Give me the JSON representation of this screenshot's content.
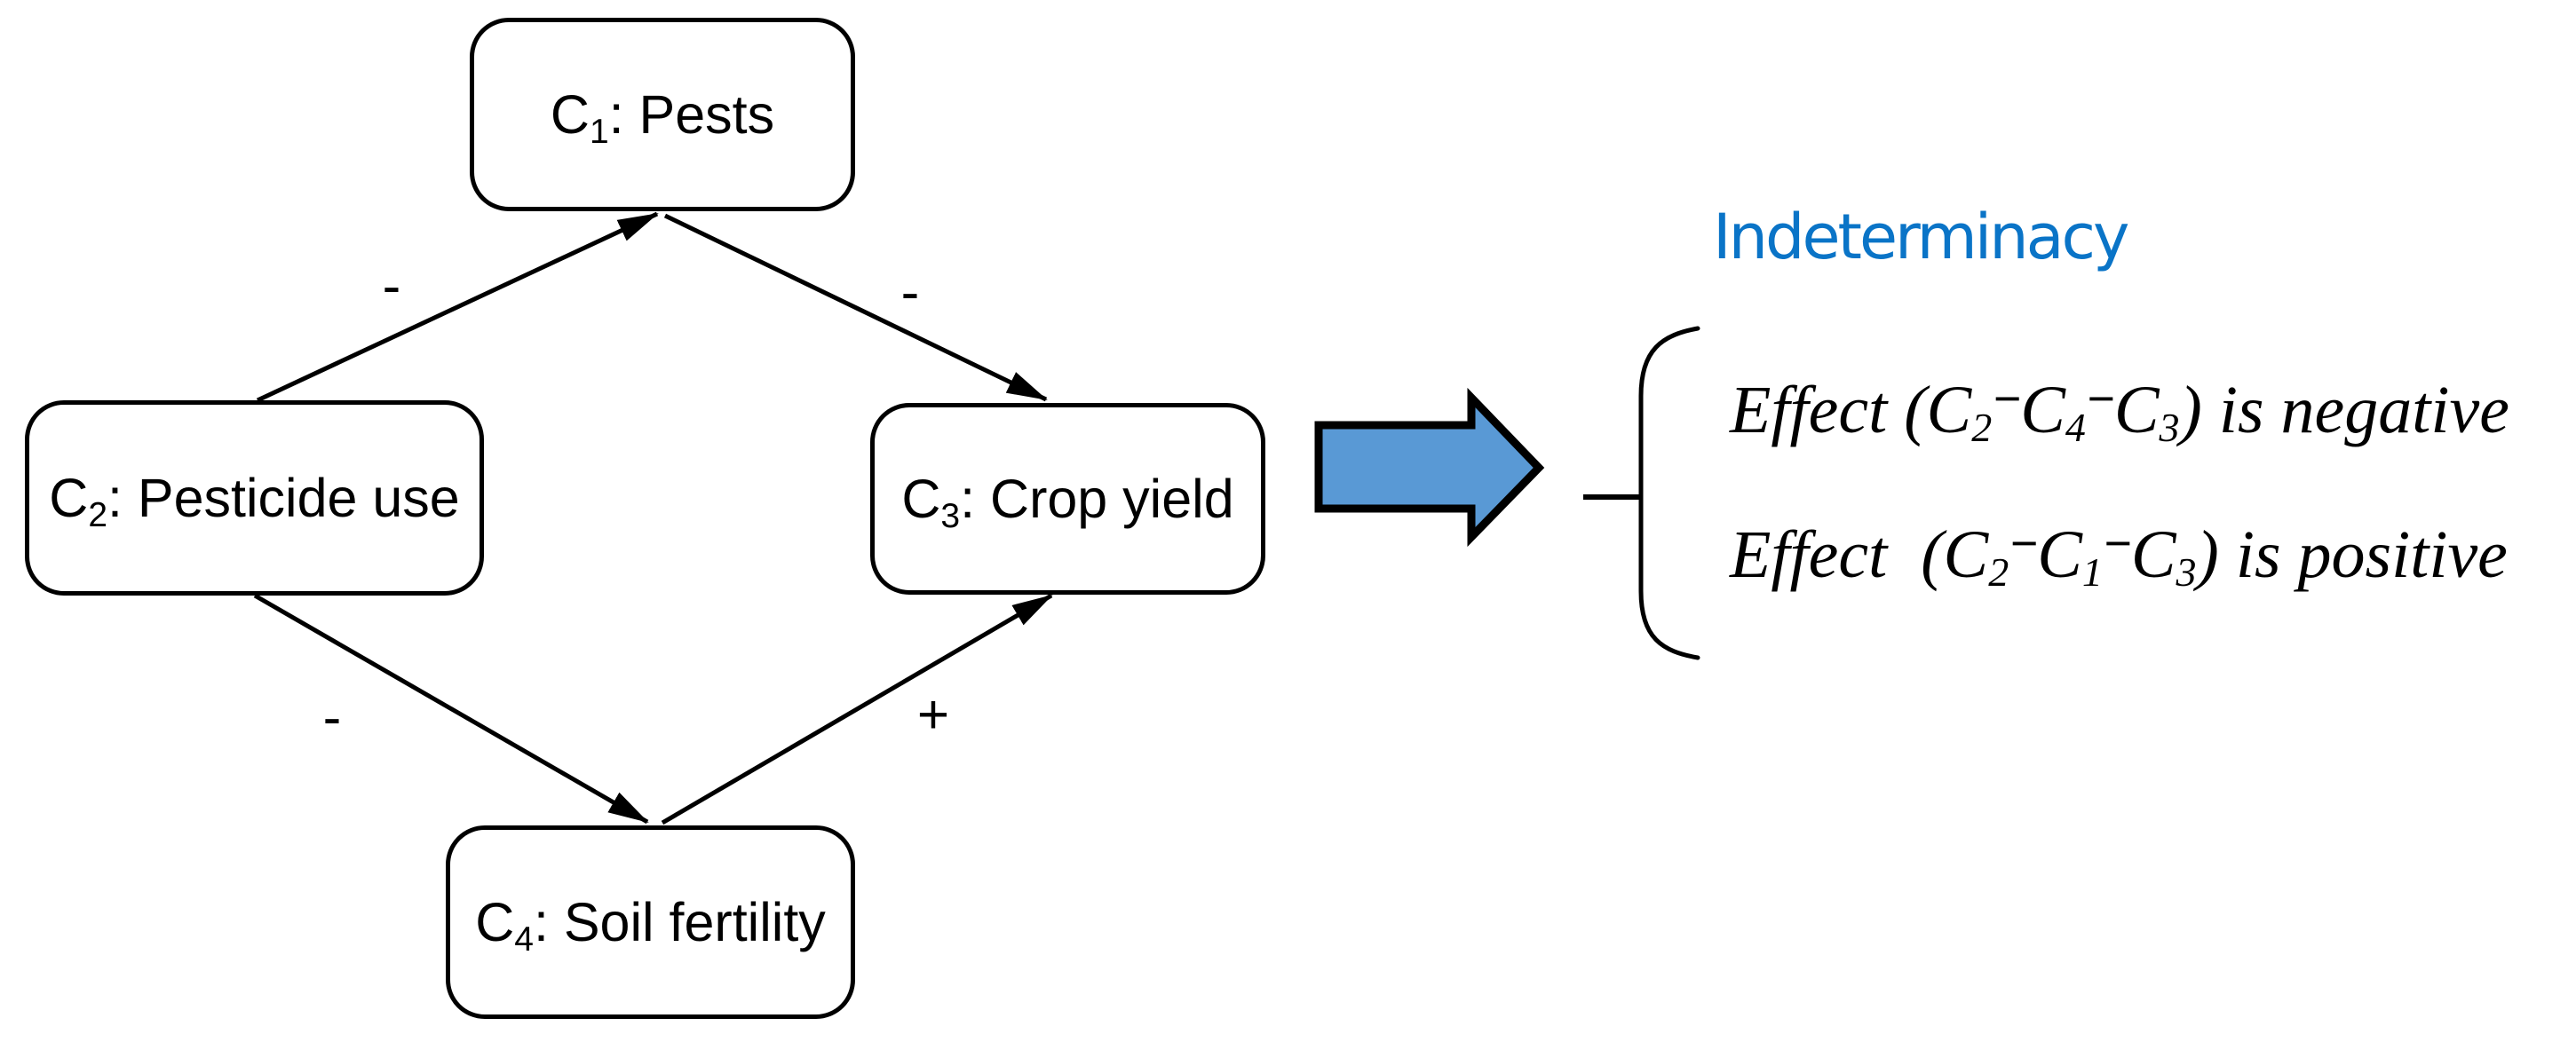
{
  "nodes": [
    {
      "id": "C1",
      "symbol": "C",
      "subscript": "1",
      "label": ": Pests"
    },
    {
      "id": "C2",
      "symbol": "C",
      "subscript": "2",
      "label": ": Pesticide use"
    },
    {
      "id": "C3",
      "symbol": "C",
      "subscript": "3",
      "label": ": Crop yield"
    },
    {
      "id": "C4",
      "symbol": "C",
      "subscript": "4",
      "label": ": Soil fertility"
    }
  ],
  "edges": [
    {
      "from": "C2",
      "to": "C1",
      "sign": "-"
    },
    {
      "from": "C1",
      "to": "C3",
      "sign": "-"
    },
    {
      "from": "C2",
      "to": "C4",
      "sign": "-"
    },
    {
      "from": "C4",
      "to": "C3",
      "sign": "+"
    }
  ],
  "colors": {
    "node_border": "#000000",
    "edge_line": "#000000",
    "implication_arrow_fill": "#5999D5",
    "implication_arrow_outline": "#000000",
    "title_blue": "#0A74C7"
  },
  "annotation": {
    "title": "Indeterminacy",
    "title_color": "#0A74C7",
    "effects": [
      {
        "lead": "Effect (",
        "c1": "C",
        "s1": "2",
        "m1": "−",
        "c2": "C",
        "s2": "4",
        "m2": "−",
        "c3": "C",
        "s3": "3",
        "tail": ") is negative"
      },
      {
        "lead": "Effect  (",
        "c1": "C",
        "s1": "2",
        "m1": "−",
        "c2": "C",
        "s2": "1",
        "m2": "−",
        "c3": "C",
        "s3": "3",
        "tail": ") is positive"
      }
    ]
  }
}
